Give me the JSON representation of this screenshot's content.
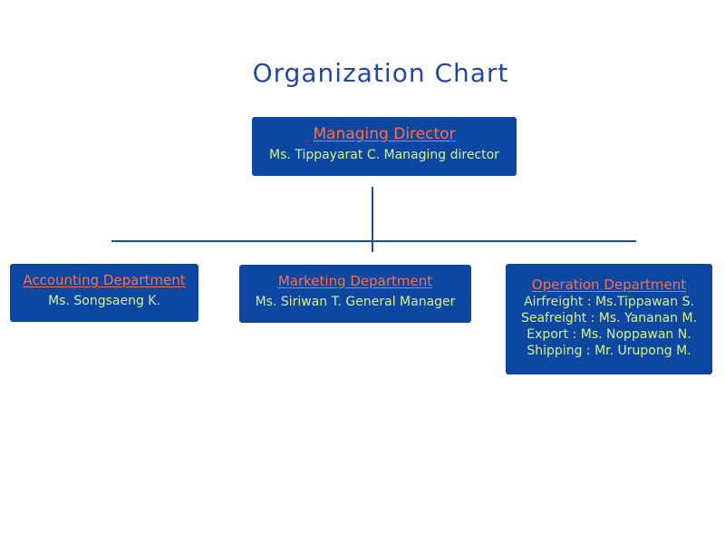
{
  "title": "Organization Chart",
  "colors": {
    "title": "#2447a6",
    "box_bg": "#0c47a1",
    "box_title": "#ff6e4a",
    "box_text": "#d8f08a",
    "connector": "#1a4f96"
  },
  "managing_director": {
    "title": "Managing Director",
    "lines": [
      "Ms. Tippayarat C. Managing director"
    ]
  },
  "departments": [
    {
      "title": "Accounting Department",
      "lines": [
        "Ms. Songsaeng K."
      ]
    },
    {
      "title": "Marketing Department",
      "lines": [
        "Ms. Siriwan T. General Manager"
      ]
    },
    {
      "title": "Operation Department",
      "lines": [
        "Airfreight : Ms.Tippawan S.",
        "Seafreight : Ms. Yananan M.",
        "Export : Ms. Noppawan N.",
        "Shipping : Mr. Urupong M."
      ]
    }
  ]
}
